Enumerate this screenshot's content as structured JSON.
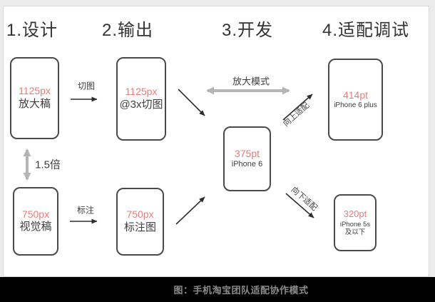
{
  "caption": "图：手机淘宝团队适配协作模式",
  "columns": {
    "design": "1.设计",
    "output": "2.输出",
    "develop": "3.开发",
    "adapt": "4.适配调试"
  },
  "phones": {
    "enlarged_draft": {
      "size": "1125px",
      "label": "放大稿"
    },
    "sliced": {
      "size": "1125px",
      "label": "@3x切图"
    },
    "dev": {
      "size": "375pt",
      "label": "iPhone 6"
    },
    "plus": {
      "size": "414pt",
      "label": "iPhone 6 plus"
    },
    "visual_draft": {
      "size": "750px",
      "label": "视觉稿"
    },
    "annotated": {
      "size": "750px",
      "label": "标注图"
    },
    "legacy": {
      "size": "320pt",
      "label": "iPhone 5s",
      "label2": "及以下"
    }
  },
  "arrows": {
    "cut": "切图",
    "annotate": "标注",
    "scale": "1.5倍",
    "zoom_mode": "放大模式",
    "adapt_up": "向上适配",
    "adapt_down": "向下适配"
  },
  "colors": {
    "accent_red": "#ee7a76",
    "arrow_gray": "#b5b5b5",
    "ink": "#2d2d2d"
  }
}
